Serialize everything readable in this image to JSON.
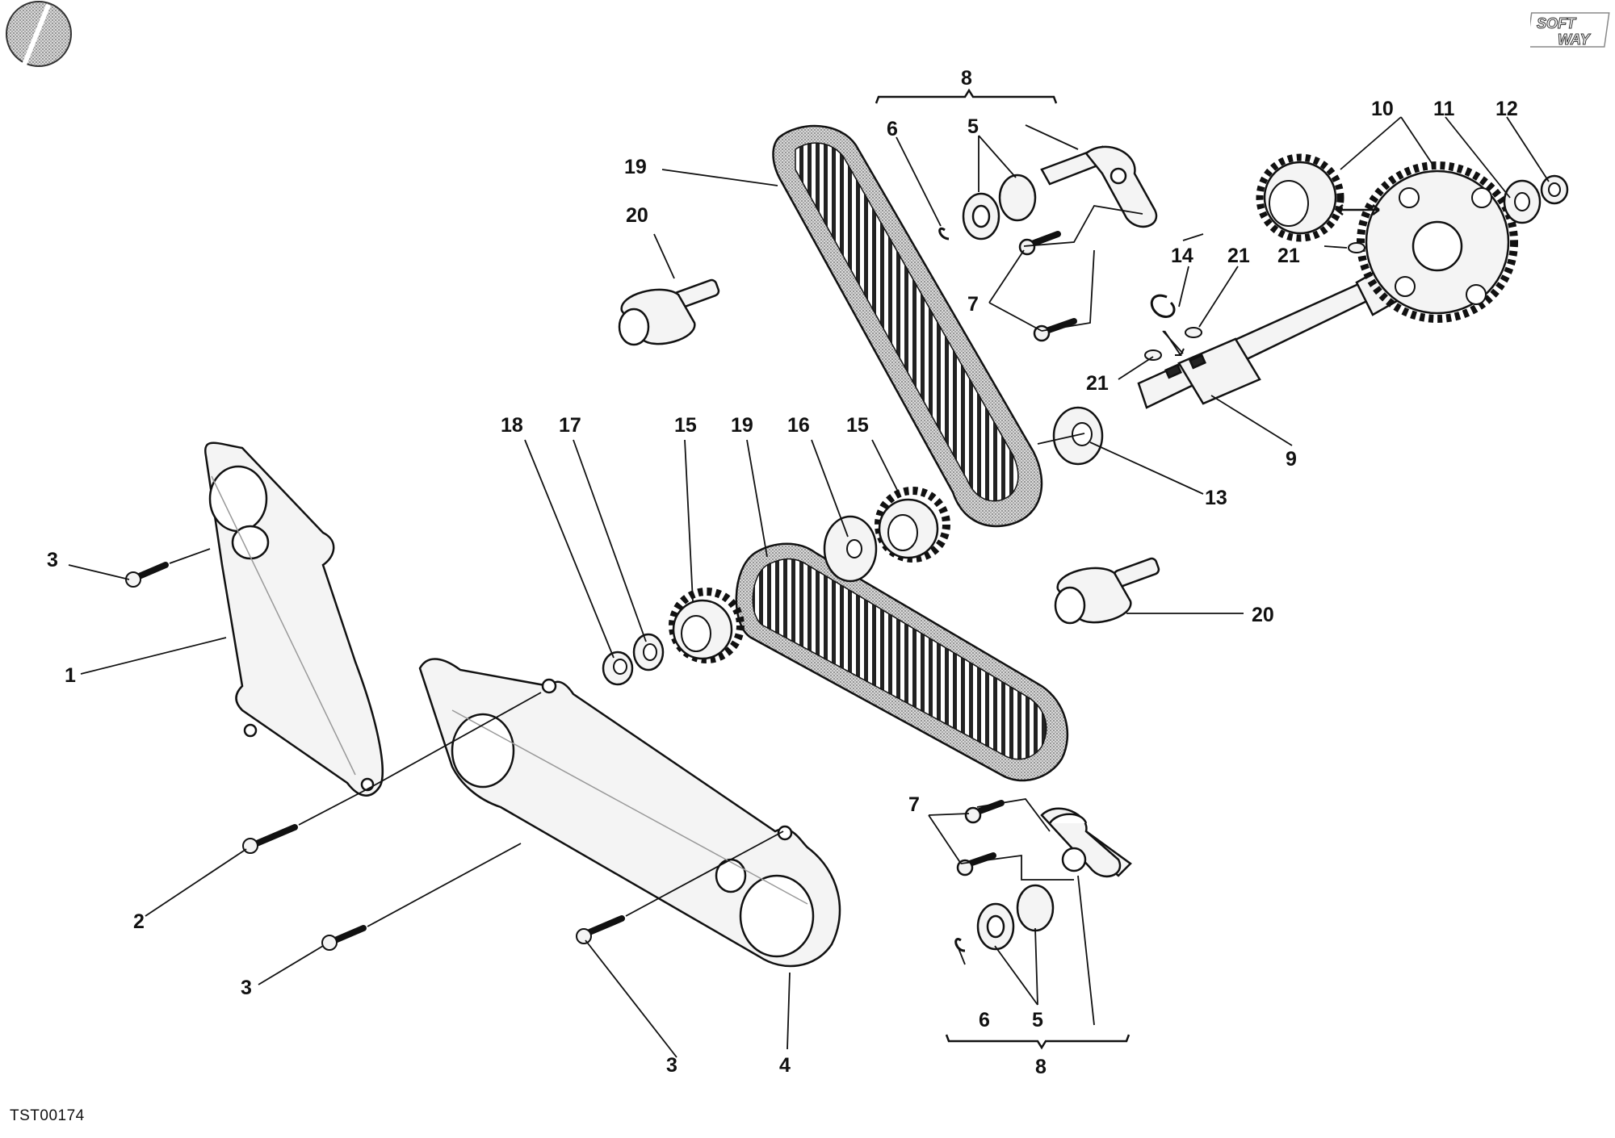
{
  "header": {
    "brand_line1": "SOFT",
    "brand_line2": "WAY"
  },
  "footer": {
    "reference_code": "TST00174"
  },
  "callouts": {
    "c1": "1",
    "c2": "2",
    "c3": "3",
    "c4": "4",
    "c5": "5",
    "c6": "6",
    "c7": "7",
    "c8": "8",
    "c9": "9",
    "c10": "10",
    "c11": "11",
    "c12": "12",
    "c13": "13",
    "c14": "14",
    "c15": "15",
    "c16": "16",
    "c17": "17",
    "c18": "18",
    "c19": "19",
    "c20": "20",
    "c21": "21"
  },
  "colors": {
    "line": "#111111",
    "belt_fill": "#bdbdbd",
    "part_fill": "#f2f2f2"
  }
}
